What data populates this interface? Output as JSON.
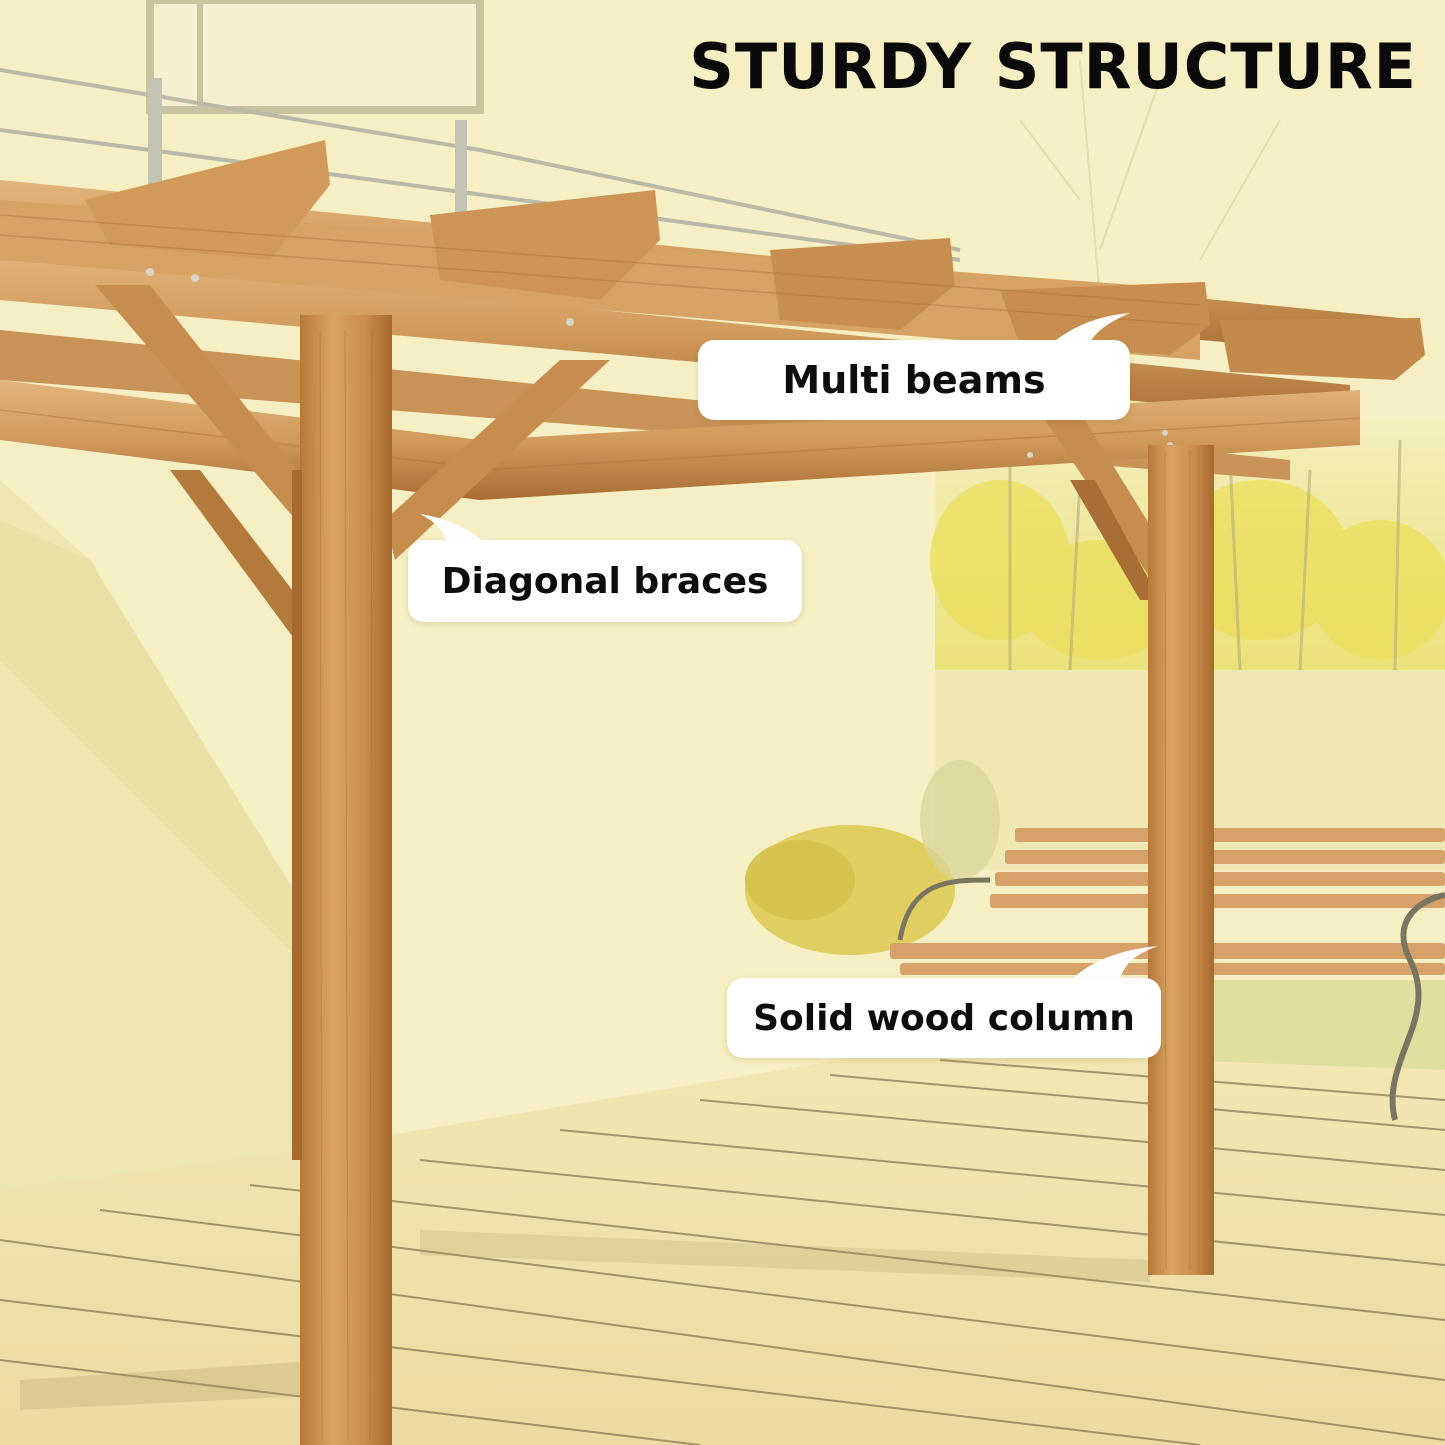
{
  "title": "STURDY STRUCTURE",
  "callouts": [
    {
      "id": "multi-beams",
      "label": "Multi beams"
    },
    {
      "id": "diagonal-braces",
      "label": "Diagonal braces"
    },
    {
      "id": "solid-wood-column",
      "label": "Solid wood column"
    }
  ],
  "colors": {
    "background": "#f3ecb4",
    "wood_light": "#d9a866",
    "wood_mid": "#c18646",
    "wood_dark": "#9a6330",
    "deck": "#eedfa8",
    "deck_line": "#8a7a55",
    "foliage": "#e8de5a",
    "title_text": "#0a0a0a",
    "callout_bg": "#ffffff"
  }
}
